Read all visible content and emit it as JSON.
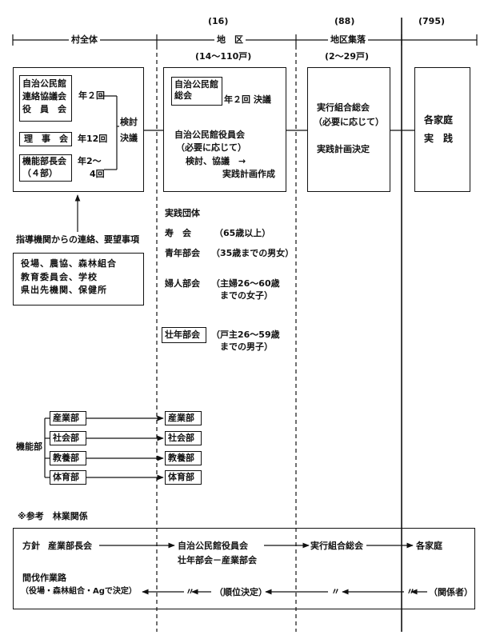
{
  "header": {
    "count_district": "(16)",
    "count_settlement": "(88)",
    "count_household": "(795)",
    "label_village": "村全体",
    "label_district": "地　区",
    "label_settlement": "地区集落",
    "district_households": "(14～110戸)",
    "settlement_households": "(2～29戸)"
  },
  "village_box": {
    "liaison_council": "自治公民館\n連絡協議会\n役　員　会",
    "liaison_freq": "年２回",
    "board": "理　事　会",
    "board_freq": "年12回",
    "dept_heads": "機能部長会\n（４部）",
    "dept_freq_1": "年2～",
    "dept_freq_2": "4回",
    "review": "検討",
    "decide": "決議"
  },
  "district_box": {
    "general_meeting": "自治公民館\n総会",
    "general_freq": "年２回 決議",
    "officers": "自治公民館役員会",
    "as_needed": "（必要に応じて）",
    "process": "検討、協議　→",
    "plan": "実践計画作成"
  },
  "settlement_box": {
    "exec_meeting": "実行組合総会",
    "as_needed": "（必要に応じて）",
    "plan_decision": "実践計画決定"
  },
  "household_box": {
    "households": "各家庭",
    "practice": "実　践"
  },
  "guidance": {
    "caption": "指導機関からの連絡、要望事項",
    "agencies": "役場、農協、森林組合\n教育委員会、学校\n県出先機関、保健所"
  },
  "groups": {
    "heading": "実践団体",
    "items": [
      {
        "name": "寿　会",
        "desc": "（65歳以上）"
      },
      {
        "name": "青年部会",
        "desc": "（35歳までの男女）"
      },
      {
        "name": "婦人部会",
        "desc": "（主婦26～60歳\n　までの女子）"
      },
      {
        "name": "壮年部会",
        "desc": "（戸主26～59歳\n　までの男子）"
      }
    ]
  },
  "functional": {
    "label": "機能部",
    "departments": [
      "産業部",
      "社会部",
      "教養部",
      "体育部"
    ]
  },
  "reference": {
    "title": "※参考　林業関係",
    "policy_label": "方針",
    "policy_dept": "産業部長会",
    "officers": "自治公民館役員会",
    "relation": "壮年部会－産業部会",
    "exec_meeting": "実行組合総会",
    "households": "各家庭",
    "route_title": "間伐作業路",
    "route_decision": "（役場・森林組合・Agで決定）",
    "ditto_1": "〃",
    "ranking": "（順位決定）",
    "ditto_2": "〃",
    "ditto_3": "〃",
    "stakeholders": "（関係者）"
  }
}
